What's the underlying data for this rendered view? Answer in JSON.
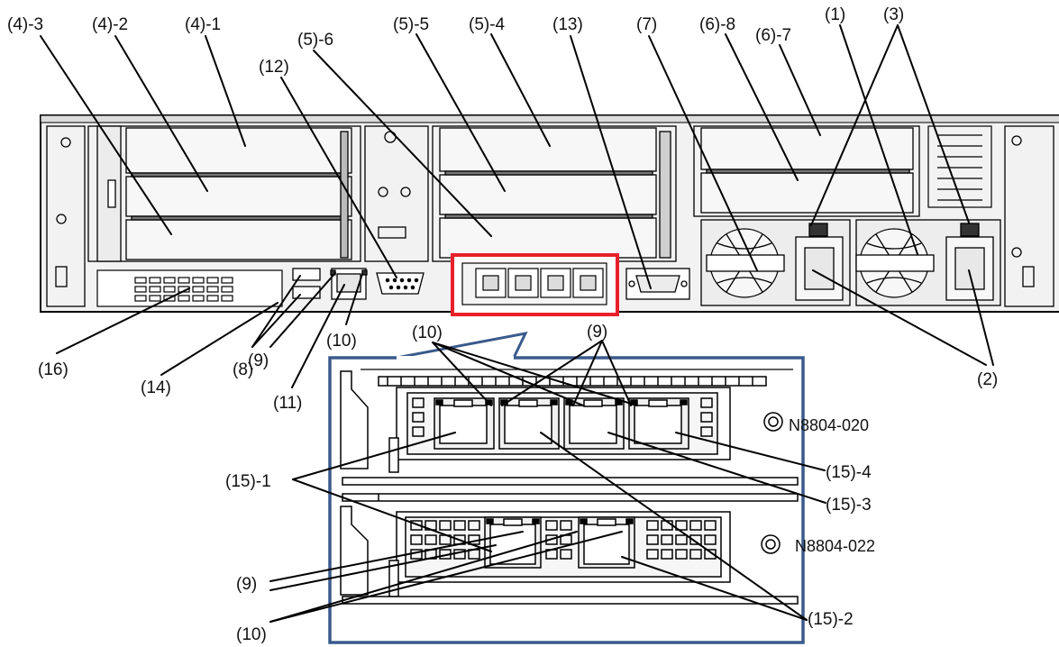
{
  "figure": {
    "labels": {
      "l_4_3": "(4)-3",
      "l_4_2": "(4)-2",
      "l_4_1": "(4)-1",
      "l_12": "(12)",
      "l_5_6": "(5)-6",
      "l_5_5": "(5)-5",
      "l_5_4": "(5)-4",
      "l_13": "(13)",
      "l_7": "(7)",
      "l_6_8": "(6)-8",
      "l_6_7": "(6)-7",
      "l_1": "(1)",
      "l_3": "(3)",
      "l_16": "(16)",
      "l_14": "(14)",
      "l_8": "(8)",
      "l_9a": "(9)",
      "l_11": "(11)",
      "l_10a": "(10)",
      "l_10b": "(10)",
      "l_9b": "(9)",
      "l_2": "(2)",
      "l_15_1": "(15)-1",
      "l_15_4": "(15)-4",
      "l_15_3": "(15)-3",
      "l_9c": "(9)",
      "l_10c": "(10)",
      "l_15_2": "(15)-2"
    },
    "models": {
      "upper": "N8804-020",
      "lower": "N8804-022"
    },
    "colors": {
      "line": "#000000",
      "chassis": "#f2f2f2",
      "highlight": "#e8202a",
      "callout": "#3a5a8c"
    }
  }
}
